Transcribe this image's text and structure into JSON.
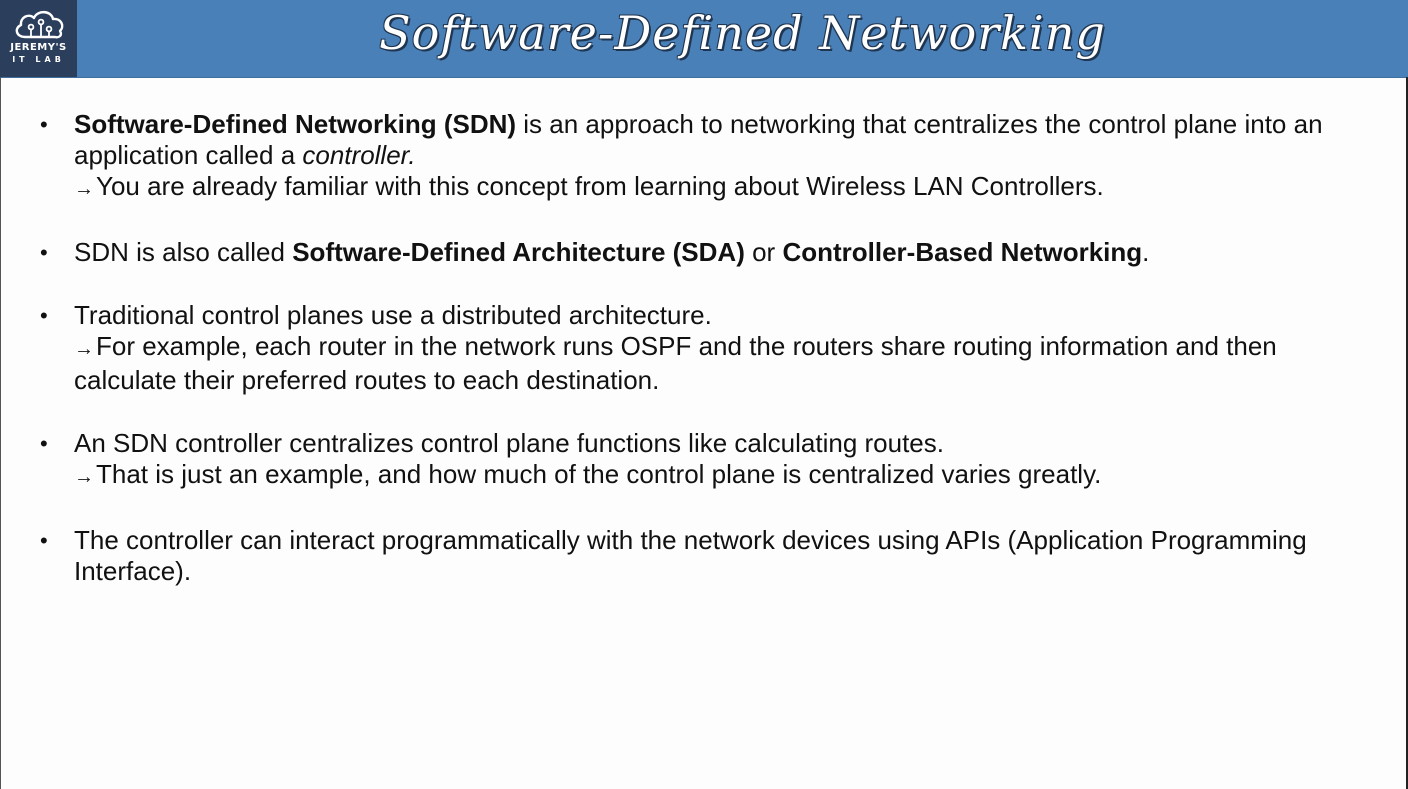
{
  "header": {
    "logo": {
      "line1": "JEREMY'S",
      "line2": "IT LAB",
      "icon": "cloud-circuit-icon"
    },
    "title": "Software-Defined Networking"
  },
  "bullets": [
    {
      "b1": "Software-Defined Networking (SDN)",
      "t1": " is an approach to networking that centralizes the control plane into an application called a ",
      "i1": "controller.",
      "sub_arrow": "→",
      "sub": "You are already familiar with this concept from learning about Wireless LAN Controllers."
    },
    {
      "t1": "SDN is also called ",
      "b1": "Software-Defined Architecture (SDA)",
      "t2": " or ",
      "b2": "Controller-Based Networking",
      "t3": "."
    },
    {
      "t1": "Traditional control planes use a distributed architecture.",
      "sub_arrow": "→",
      "sub": "For example, each router in the network runs OSPF and the routers share routing information and then calculate their preferred routes to each destination."
    },
    {
      "t1": "An SDN controller centralizes control plane functions like calculating routes.",
      "sub_arrow": "→",
      "sub": "That is just an example, and how much of the control plane is centralized varies greatly."
    },
    {
      "t1": "The controller can interact programmatically with the network devices using APIs (Application Programming Interface)."
    }
  ],
  "bullet_symbol": "•",
  "colors": {
    "header_bg": "#4a80b8",
    "logo_bg": "#2b3f5c",
    "text": "#111111",
    "background": "#fdfdfd"
  }
}
